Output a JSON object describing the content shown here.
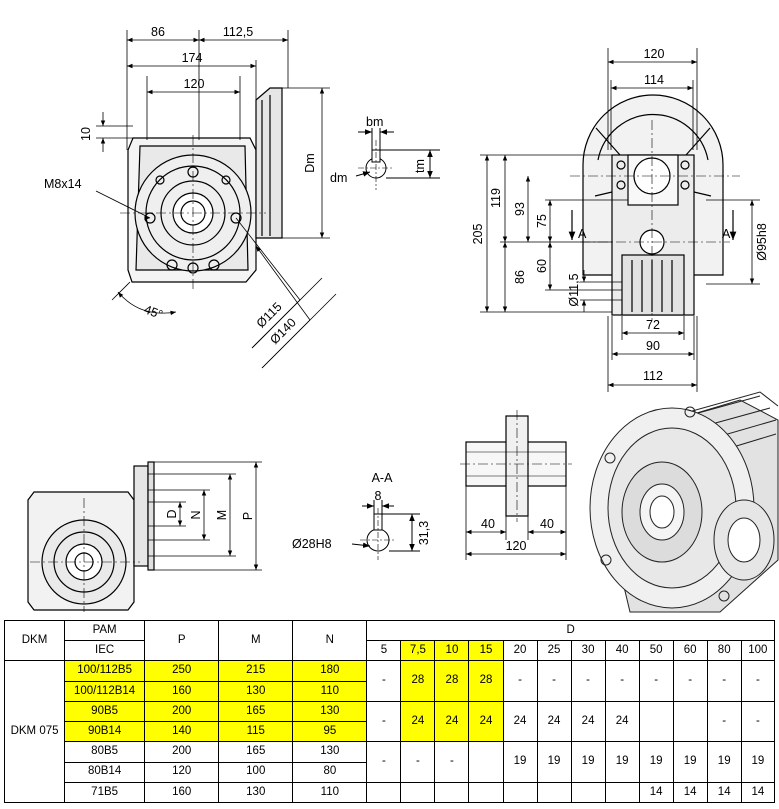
{
  "drawing": {
    "front_view": {
      "dim_86": "86",
      "dim_112_5": "112,5",
      "dim_174": "174",
      "dim_120": "120",
      "dim_10": "10",
      "dim_dm_big": "Dm",
      "thread": "M8x14",
      "dia_115": "Ø115",
      "dia_140": "Ø140",
      "angle_45": "45°"
    },
    "keyway": {
      "bm": "bm",
      "dm": "dm",
      "tm": "tm"
    },
    "side_view": {
      "dim_120": "120",
      "dim_114": "114",
      "dim_205": "205",
      "dim_119": "119",
      "dim_93": "93",
      "dim_75": "75",
      "dim_86": "86",
      "dim_60": "60",
      "dia_11_5": "Ø11,5",
      "dia_95h8": "Ø95h8",
      "dim_72": "72",
      "dim_90": "90",
      "dim_112": "112",
      "section_mark": "A"
    },
    "flange_view": {
      "D": "D",
      "N": "N",
      "M": "M",
      "P": "P"
    },
    "section_aa": {
      "title": "A-A",
      "dim_8": "8",
      "dim_31_3": "31,3",
      "dia_28h8": "Ø28H8"
    },
    "shaft_view": {
      "dim_40_left": "40",
      "dim_40_right": "40",
      "dim_120": "120"
    }
  },
  "table": {
    "header": {
      "dkm": "DKM",
      "pam": "PAM",
      "iec": "IEC",
      "p": "P",
      "m": "M",
      "n": "N",
      "d": "D",
      "d_sizes": [
        "5",
        "7,5",
        "10",
        "15",
        "20",
        "25",
        "30",
        "40",
        "50",
        "60",
        "80",
        "100"
      ]
    },
    "model": "DKM 075",
    "rows": [
      {
        "iec": "100/112B5",
        "p": "250",
        "m": "215",
        "n": "180"
      },
      {
        "iec": "100/112B14",
        "p": "160",
        "m": "130",
        "n": "110"
      },
      {
        "iec": "90B5",
        "p": "200",
        "m": "165",
        "n": "130"
      },
      {
        "iec": "90B14",
        "p": "140",
        "m": "115",
        "n": "95"
      },
      {
        "iec": "80B5",
        "p": "200",
        "m": "165",
        "n": "130"
      },
      {
        "iec": "80B14",
        "p": "120",
        "m": "100",
        "n": "80"
      },
      {
        "iec": "71B5",
        "p": "160",
        "m": "130",
        "n": "110"
      }
    ],
    "groups": [
      {
        "cells": [
          "-",
          "28",
          "28",
          "28",
          "-",
          "-",
          "-",
          "-",
          "-",
          "-",
          "-",
          "-"
        ]
      },
      {
        "cells": [
          "-",
          "24",
          "24",
          "24",
          "24",
          "24",
          "24",
          "24",
          "",
          "",
          "-",
          "-"
        ]
      },
      {
        "cells": [
          "-",
          "-",
          "-",
          "",
          "19",
          "19",
          "19",
          "19",
          "19",
          "19",
          "19",
          "19"
        ],
        "last_row": [
          "",
          "",
          "",
          "",
          "",
          "",
          "",
          "",
          "14",
          "14",
          "14",
          "14"
        ]
      }
    ],
    "highlight_color": "#ffff00"
  }
}
